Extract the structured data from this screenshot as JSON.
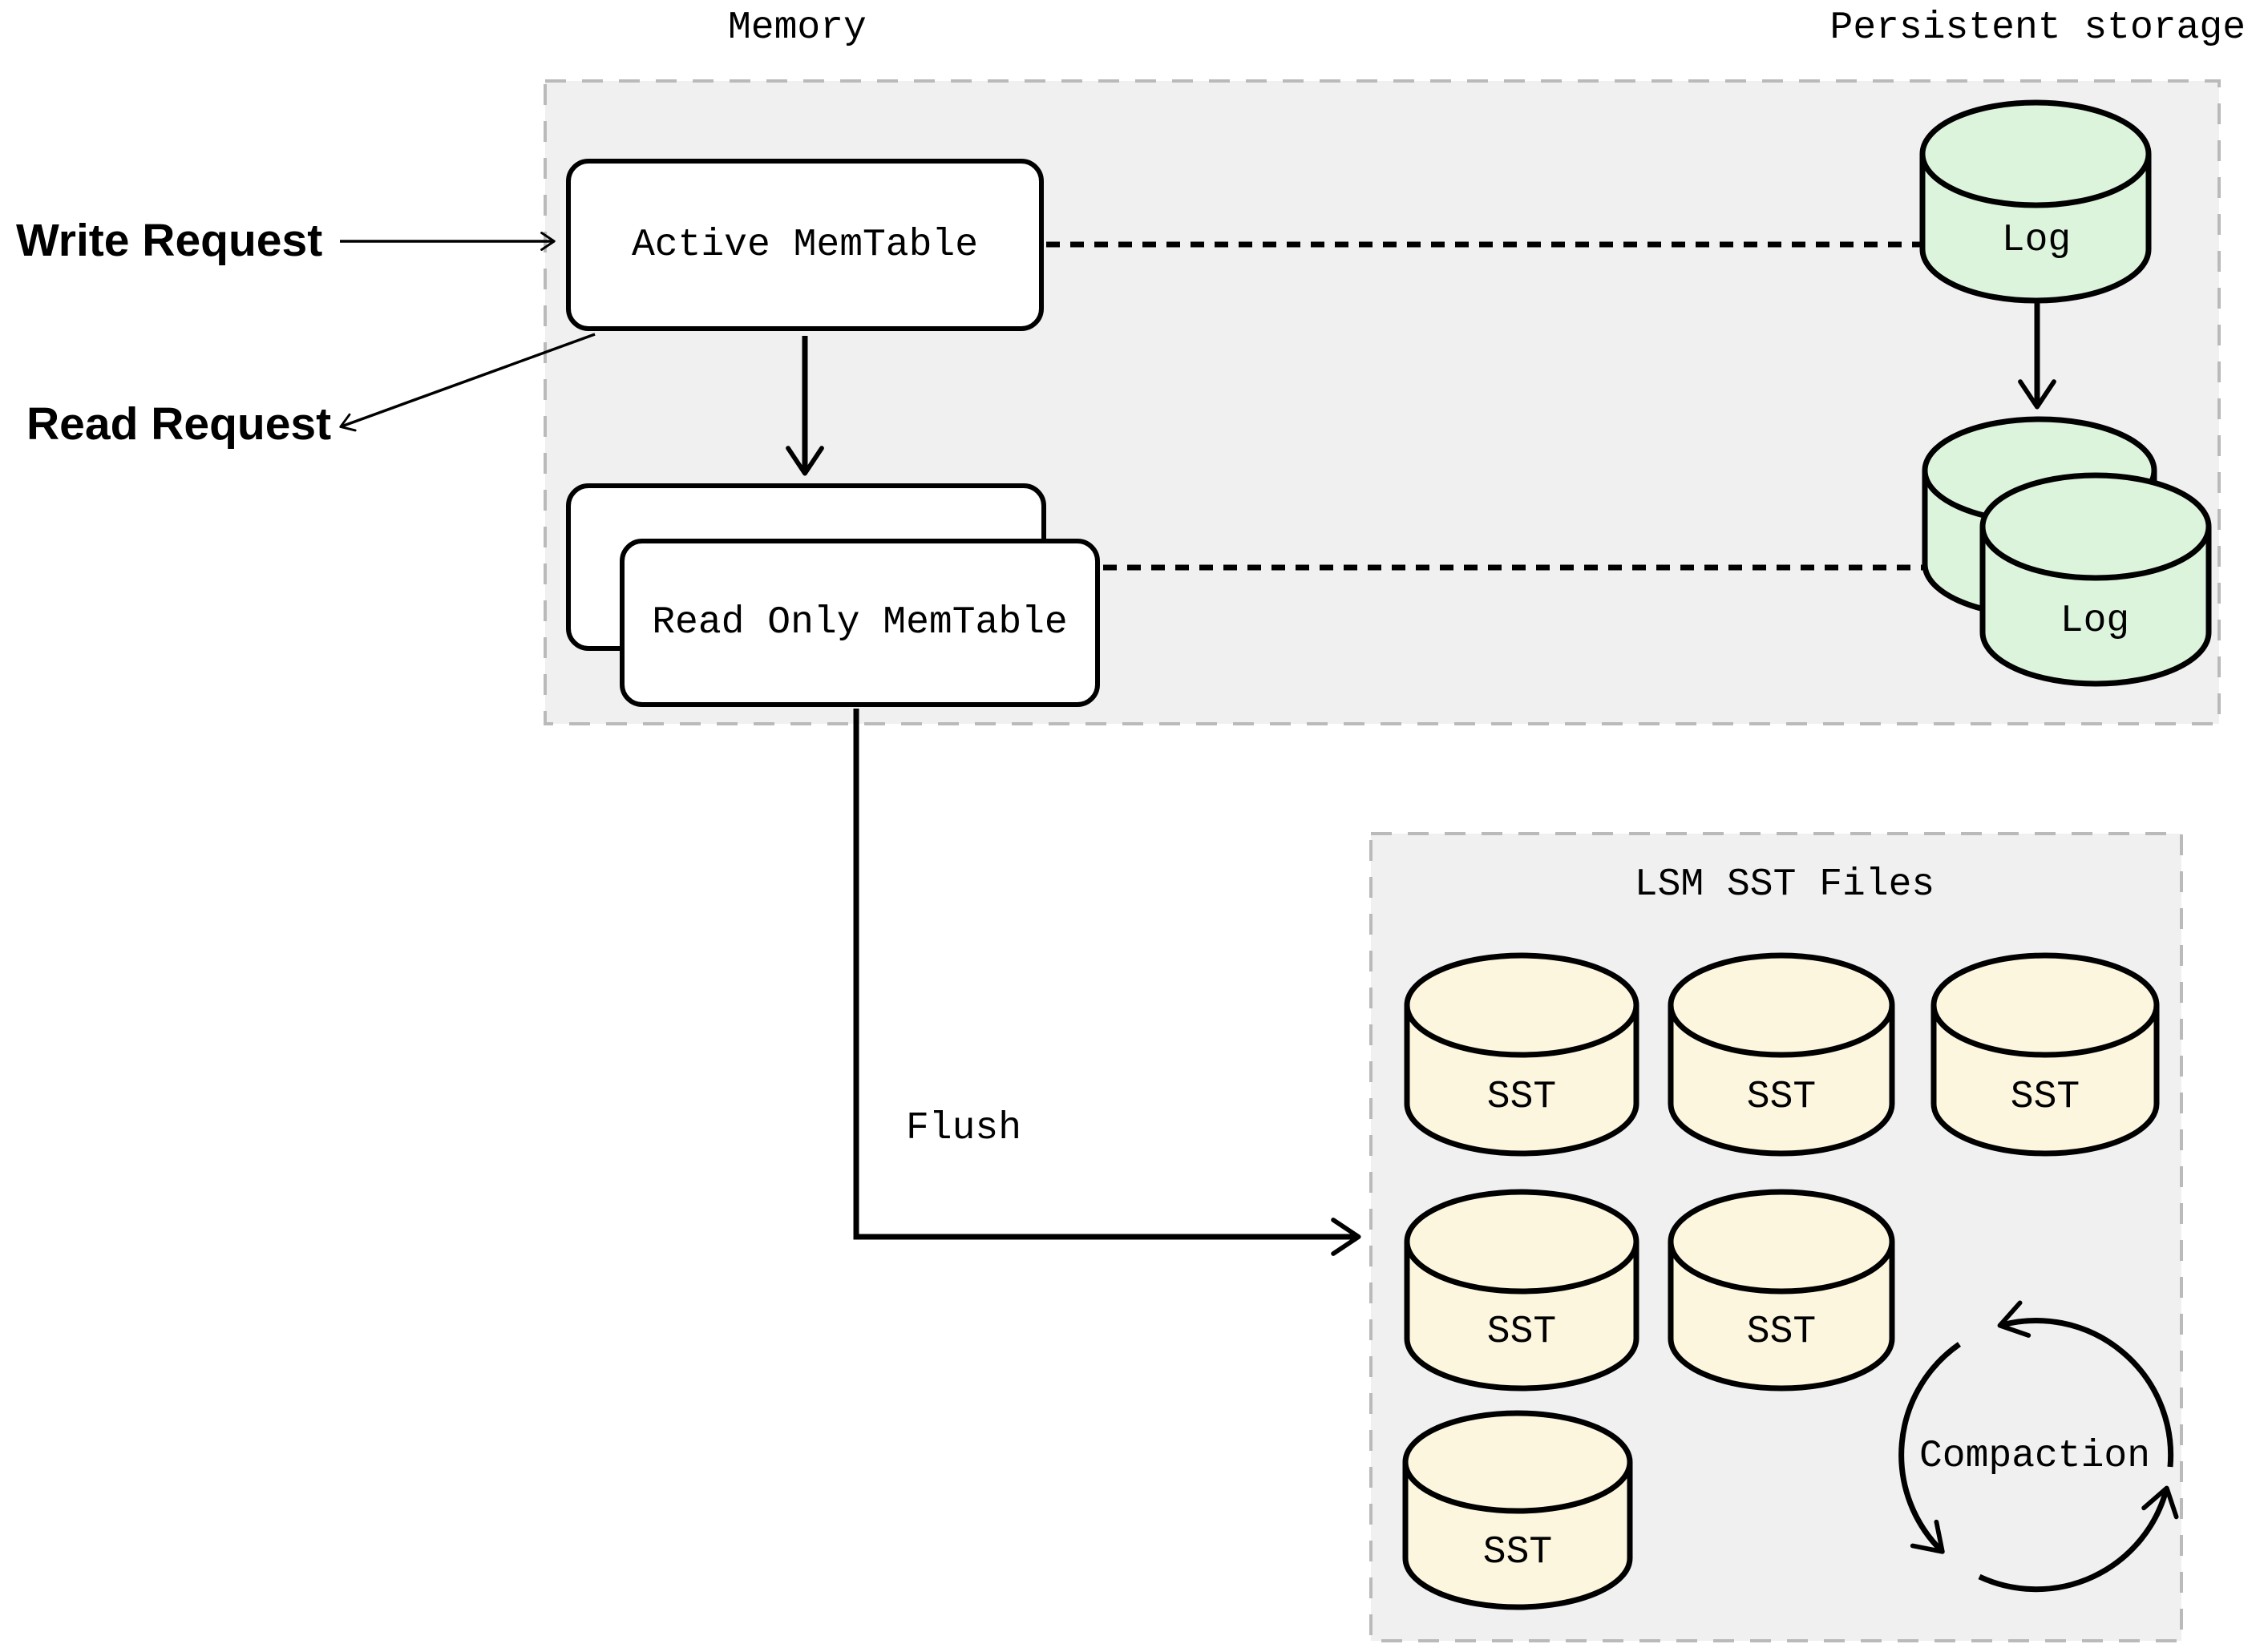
{
  "header": {
    "memory_label": "Memory",
    "persistent_label": "Persistent storage"
  },
  "requests": {
    "write": "Write Request",
    "read": "Read Request"
  },
  "memory_region": {
    "active_memtable": "Active MemTable",
    "read_only_memtable": "Read Only MemTable"
  },
  "logs": {
    "log1": "Log",
    "log2": "Log"
  },
  "flush": {
    "label": "Flush"
  },
  "lsm": {
    "title": "LSM SST Files",
    "sst_labels": [
      "SST",
      "SST",
      "SST",
      "SST",
      "SST",
      "SST"
    ],
    "compaction_label": "Compaction"
  },
  "colors": {
    "log_fill": "#dcf4dc",
    "sst_fill": "#fbf6dd",
    "region_fill": "#f0f0f0",
    "region_border": "#bababa",
    "stroke": "#000000"
  }
}
